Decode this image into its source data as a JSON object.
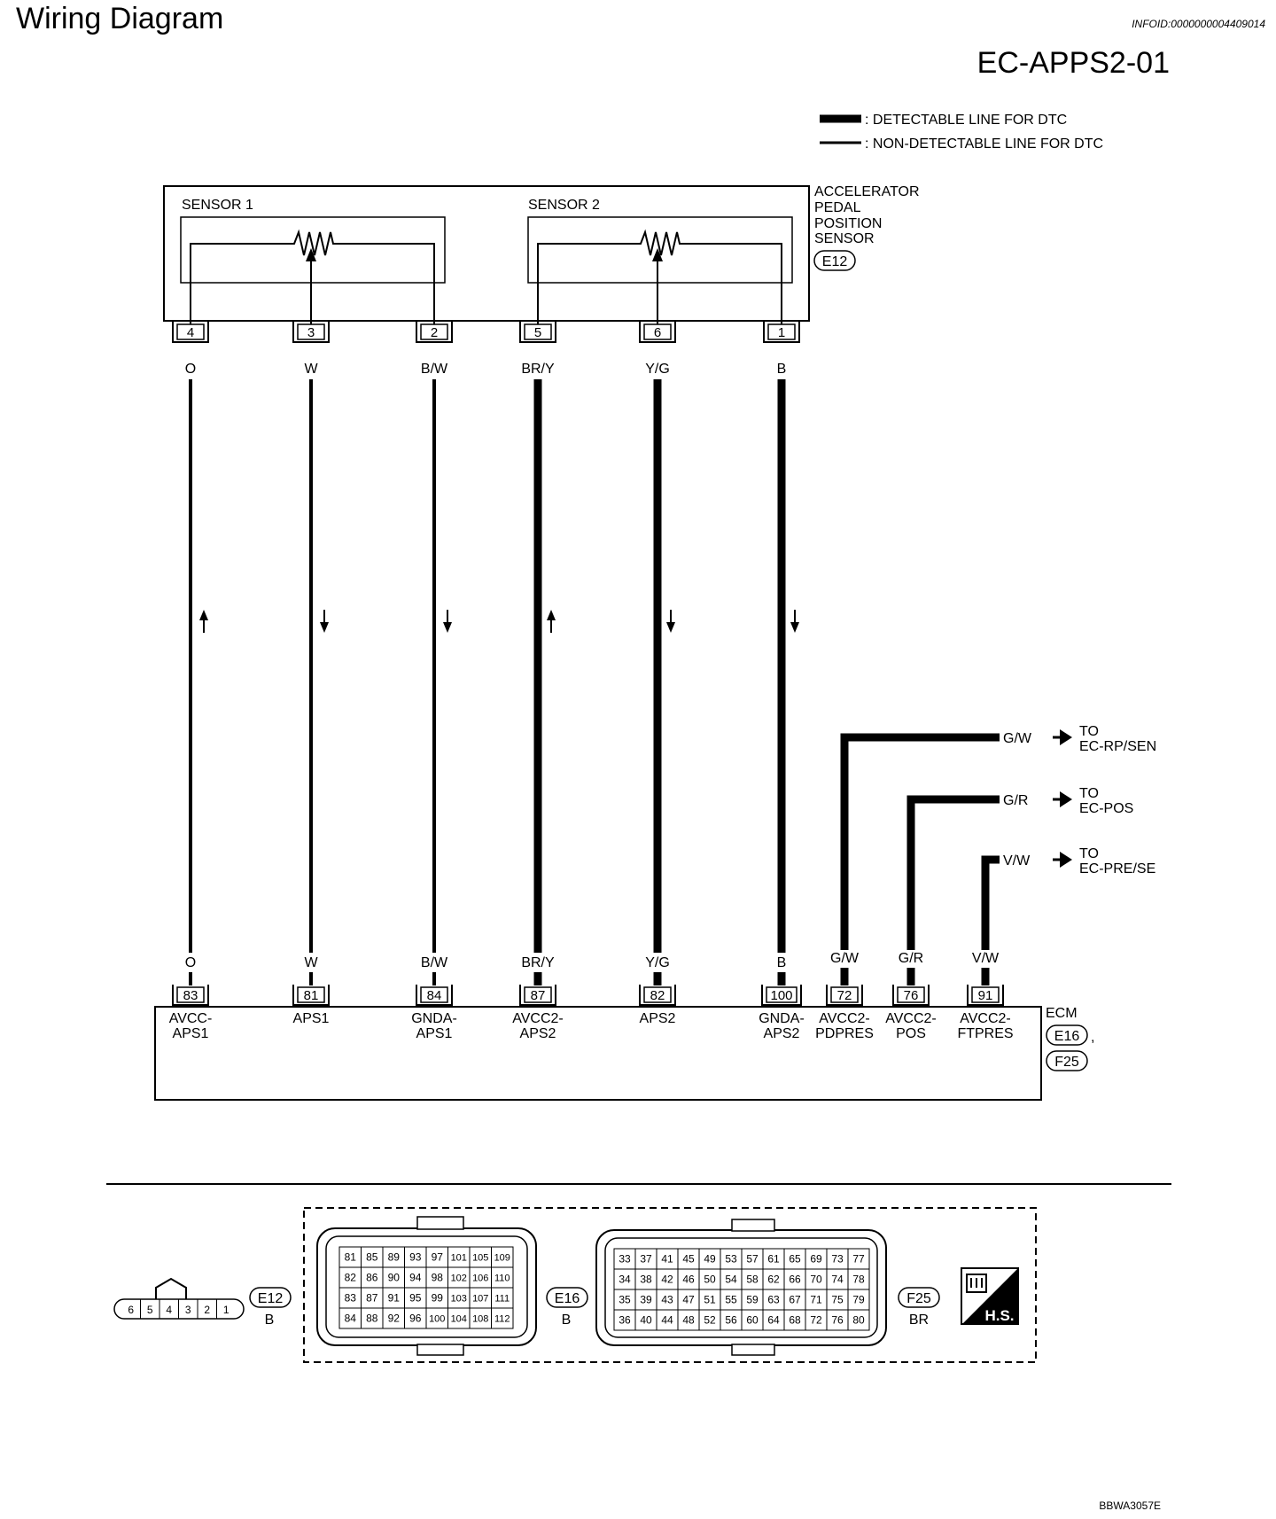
{
  "page": {
    "title": "Wiring Diagram",
    "info_id": "INFOID:0000000004409014",
    "diagram_code": "EC-APPS2-01",
    "footer_code": "BBWA3057E"
  },
  "legend": {
    "detectable": ": DETECTABLE LINE FOR DTC",
    "non_detectable": ": NON-DETECTABLE LINE FOR DTC"
  },
  "sensor": {
    "name_lines": [
      "ACCELERATOR",
      "PEDAL",
      "POSITION",
      "SENSOR"
    ],
    "connector": "E12",
    "sensor1_label": "SENSOR 1",
    "sensor2_label": "SENSOR 2"
  },
  "wires": [
    {
      "sensor_pin": "4",
      "color_top": "O",
      "color_bottom": "O",
      "ecm_pin": "83",
      "ecm_name": [
        "AVCC-",
        "APS1"
      ],
      "direction": "up",
      "detectable": false
    },
    {
      "sensor_pin": "3",
      "color_top": "W",
      "color_bottom": "W",
      "ecm_pin": "81",
      "ecm_name": [
        "APS1"
      ],
      "direction": "down",
      "detectable": false
    },
    {
      "sensor_pin": "2",
      "color_top": "B/W",
      "color_bottom": "B/W",
      "ecm_pin": "84",
      "ecm_name": [
        "GNDA-",
        "APS1"
      ],
      "direction": "down",
      "detectable": false
    },
    {
      "sensor_pin": "5",
      "color_top": "BR/Y",
      "color_bottom": "BR/Y",
      "ecm_pin": "87",
      "ecm_name": [
        "AVCC2-",
        "APS2"
      ],
      "direction": "up",
      "detectable": true
    },
    {
      "sensor_pin": "6",
      "color_top": "Y/G",
      "color_bottom": "Y/G",
      "ecm_pin": "82",
      "ecm_name": [
        "APS2"
      ],
      "direction": "down",
      "detectable": true
    },
    {
      "sensor_pin": "1",
      "color_top": "B",
      "color_bottom": "B",
      "ecm_pin": "100",
      "ecm_name": [
        "GNDA-",
        "APS2"
      ],
      "direction": "down",
      "detectable": true
    }
  ],
  "branches": [
    {
      "color": "G/W",
      "to_lines": [
        "TO",
        "EC-RP/SEN"
      ],
      "ecm_pin": "72",
      "ecm_name": [
        "AVCC2-",
        "PDPRES"
      ]
    },
    {
      "color": "G/R",
      "to_lines": [
        "TO",
        "EC-POS"
      ],
      "ecm_pin": "76",
      "ecm_name": [
        "AVCC2-",
        "POS"
      ]
    },
    {
      "color": "V/W",
      "to_lines": [
        "TO",
        "EC-PRE/SE"
      ],
      "ecm_pin": "91",
      "ecm_name": [
        "AVCC2-",
        "FTPRES"
      ]
    }
  ],
  "ecm": {
    "label": "ECM",
    "connectors": [
      "E16",
      "F25"
    ],
    "separator": ","
  },
  "connectors": {
    "e12": {
      "id": "E12",
      "color": "B",
      "pins": [
        "6",
        "5",
        "4",
        "3",
        "2",
        "1"
      ]
    },
    "e16": {
      "id": "E16",
      "color": "B",
      "rows": [
        [
          "81",
          "85",
          "89",
          "93",
          "97",
          "101",
          "105",
          "109"
        ],
        [
          "82",
          "86",
          "90",
          "94",
          "98",
          "102",
          "106",
          "110"
        ],
        [
          "83",
          "87",
          "91",
          "95",
          "99",
          "103",
          "107",
          "111"
        ],
        [
          "84",
          "88",
          "92",
          "96",
          "100",
          "104",
          "108",
          "112"
        ]
      ]
    },
    "f25": {
      "id": "F25",
      "color": "BR",
      "rows": [
        [
          "33",
          "37",
          "41",
          "45",
          "49",
          "53",
          "57",
          "61",
          "65",
          "69",
          "73",
          "77"
        ],
        [
          "34",
          "38",
          "42",
          "46",
          "50",
          "54",
          "58",
          "62",
          "66",
          "70",
          "74",
          "78"
        ],
        [
          "35",
          "39",
          "43",
          "47",
          "51",
          "55",
          "59",
          "63",
          "67",
          "71",
          "75",
          "79"
        ],
        [
          "36",
          "40",
          "44",
          "48",
          "52",
          "56",
          "60",
          "64",
          "68",
          "72",
          "76",
          "80"
        ]
      ]
    },
    "hs_label": "H.S."
  }
}
